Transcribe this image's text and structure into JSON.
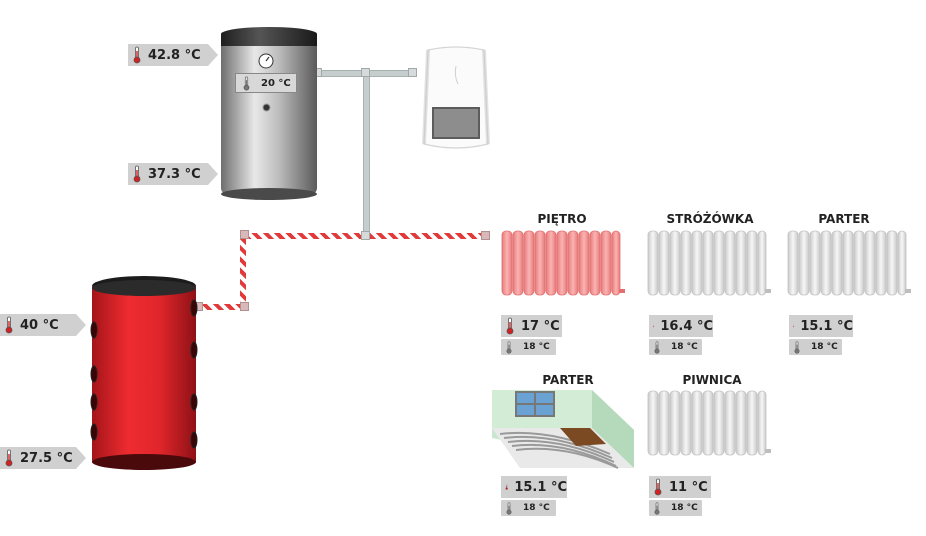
{
  "boiler_tank": {
    "top_temp": "42.8 °C",
    "bottom_temp": "37.3 °C",
    "set_temp": "20 °C"
  },
  "buffer_tank": {
    "top_temp": "40 °C",
    "bottom_temp": "27.5 °C"
  },
  "rooms": [
    {
      "title": "PIĘTRO",
      "temp": "17 °C",
      "setpoint": "18 °C",
      "type": "radiator",
      "active": true
    },
    {
      "title": "STRÓŻÓWKA",
      "temp": "16.4 °C",
      "setpoint": "18 °C",
      "type": "radiator",
      "active": false
    },
    {
      "title": "PARTER",
      "temp": "15.1 °C",
      "setpoint": "18 °C",
      "type": "radiator",
      "active": false
    },
    {
      "title": "PARTER",
      "temp": "15.1 °C",
      "setpoint": "18 °C",
      "type": "floor-heating",
      "active": false
    },
    {
      "title": "PIWNICA",
      "temp": "11 °C",
      "setpoint": "18 °C",
      "type": "radiator",
      "active": false
    }
  ],
  "colors": {
    "hot_pipe": "#e23a3a",
    "cold_pipe": "#c6cdcd",
    "buffer_red": "#e0262b",
    "radiator_active": "#f59a9a",
    "radiator_idle": "#eeeeee",
    "tag_bg": "#d0d0d0"
  },
  "icons": {
    "thermometer": "thermometer-icon",
    "gauge": "gauge-icon"
  }
}
